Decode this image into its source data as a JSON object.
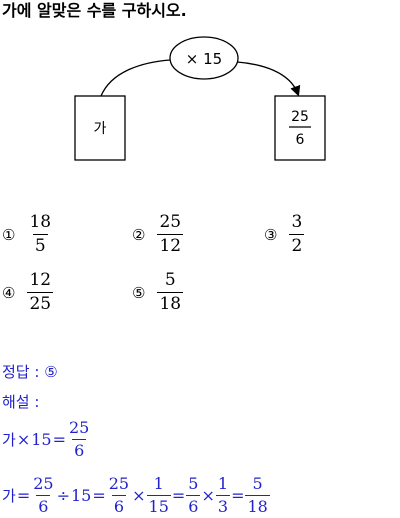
{
  "question": "가에 알맞은 수를 구하시오.",
  "diagram": {
    "operator": "× 15",
    "left_box": "가",
    "right_box": {
      "num": "25",
      "den": "6"
    }
  },
  "choices": [
    {
      "mark": "①",
      "num": "18",
      "den": "5"
    },
    {
      "mark": "②",
      "num": "25",
      "den": "12"
    },
    {
      "mark": "③",
      "num": "3",
      "den": "2"
    },
    {
      "mark": "④",
      "num": "12",
      "den": "25"
    },
    {
      "mark": "⑤",
      "num": "5",
      "den": "18"
    }
  ],
  "answer": {
    "label": "정답 :",
    "value": "⑤"
  },
  "explanation": {
    "label": "해설 :",
    "line1": {
      "var": "가",
      "times": "×",
      "n": "15",
      "eq": "=",
      "num": "25",
      "den": "6"
    },
    "line2": {
      "var": "가",
      "eq": "=",
      "f1_num": "25",
      "f1_den": "6",
      "div": "÷",
      "n": "15",
      "eq2": "=",
      "f2_num": "25",
      "f2_den": "6",
      "times1": "×",
      "f3_num": "1",
      "f3_den": "15",
      "eq3": "=",
      "f4_num": "5",
      "f4_den": "6",
      "times2": "×",
      "f5_num": "1",
      "f5_den": "3",
      "eq4": "=",
      "f6_num": "5",
      "f6_den": "18"
    }
  },
  "colors": {
    "text": "#000000",
    "solution": "#2222cc"
  }
}
